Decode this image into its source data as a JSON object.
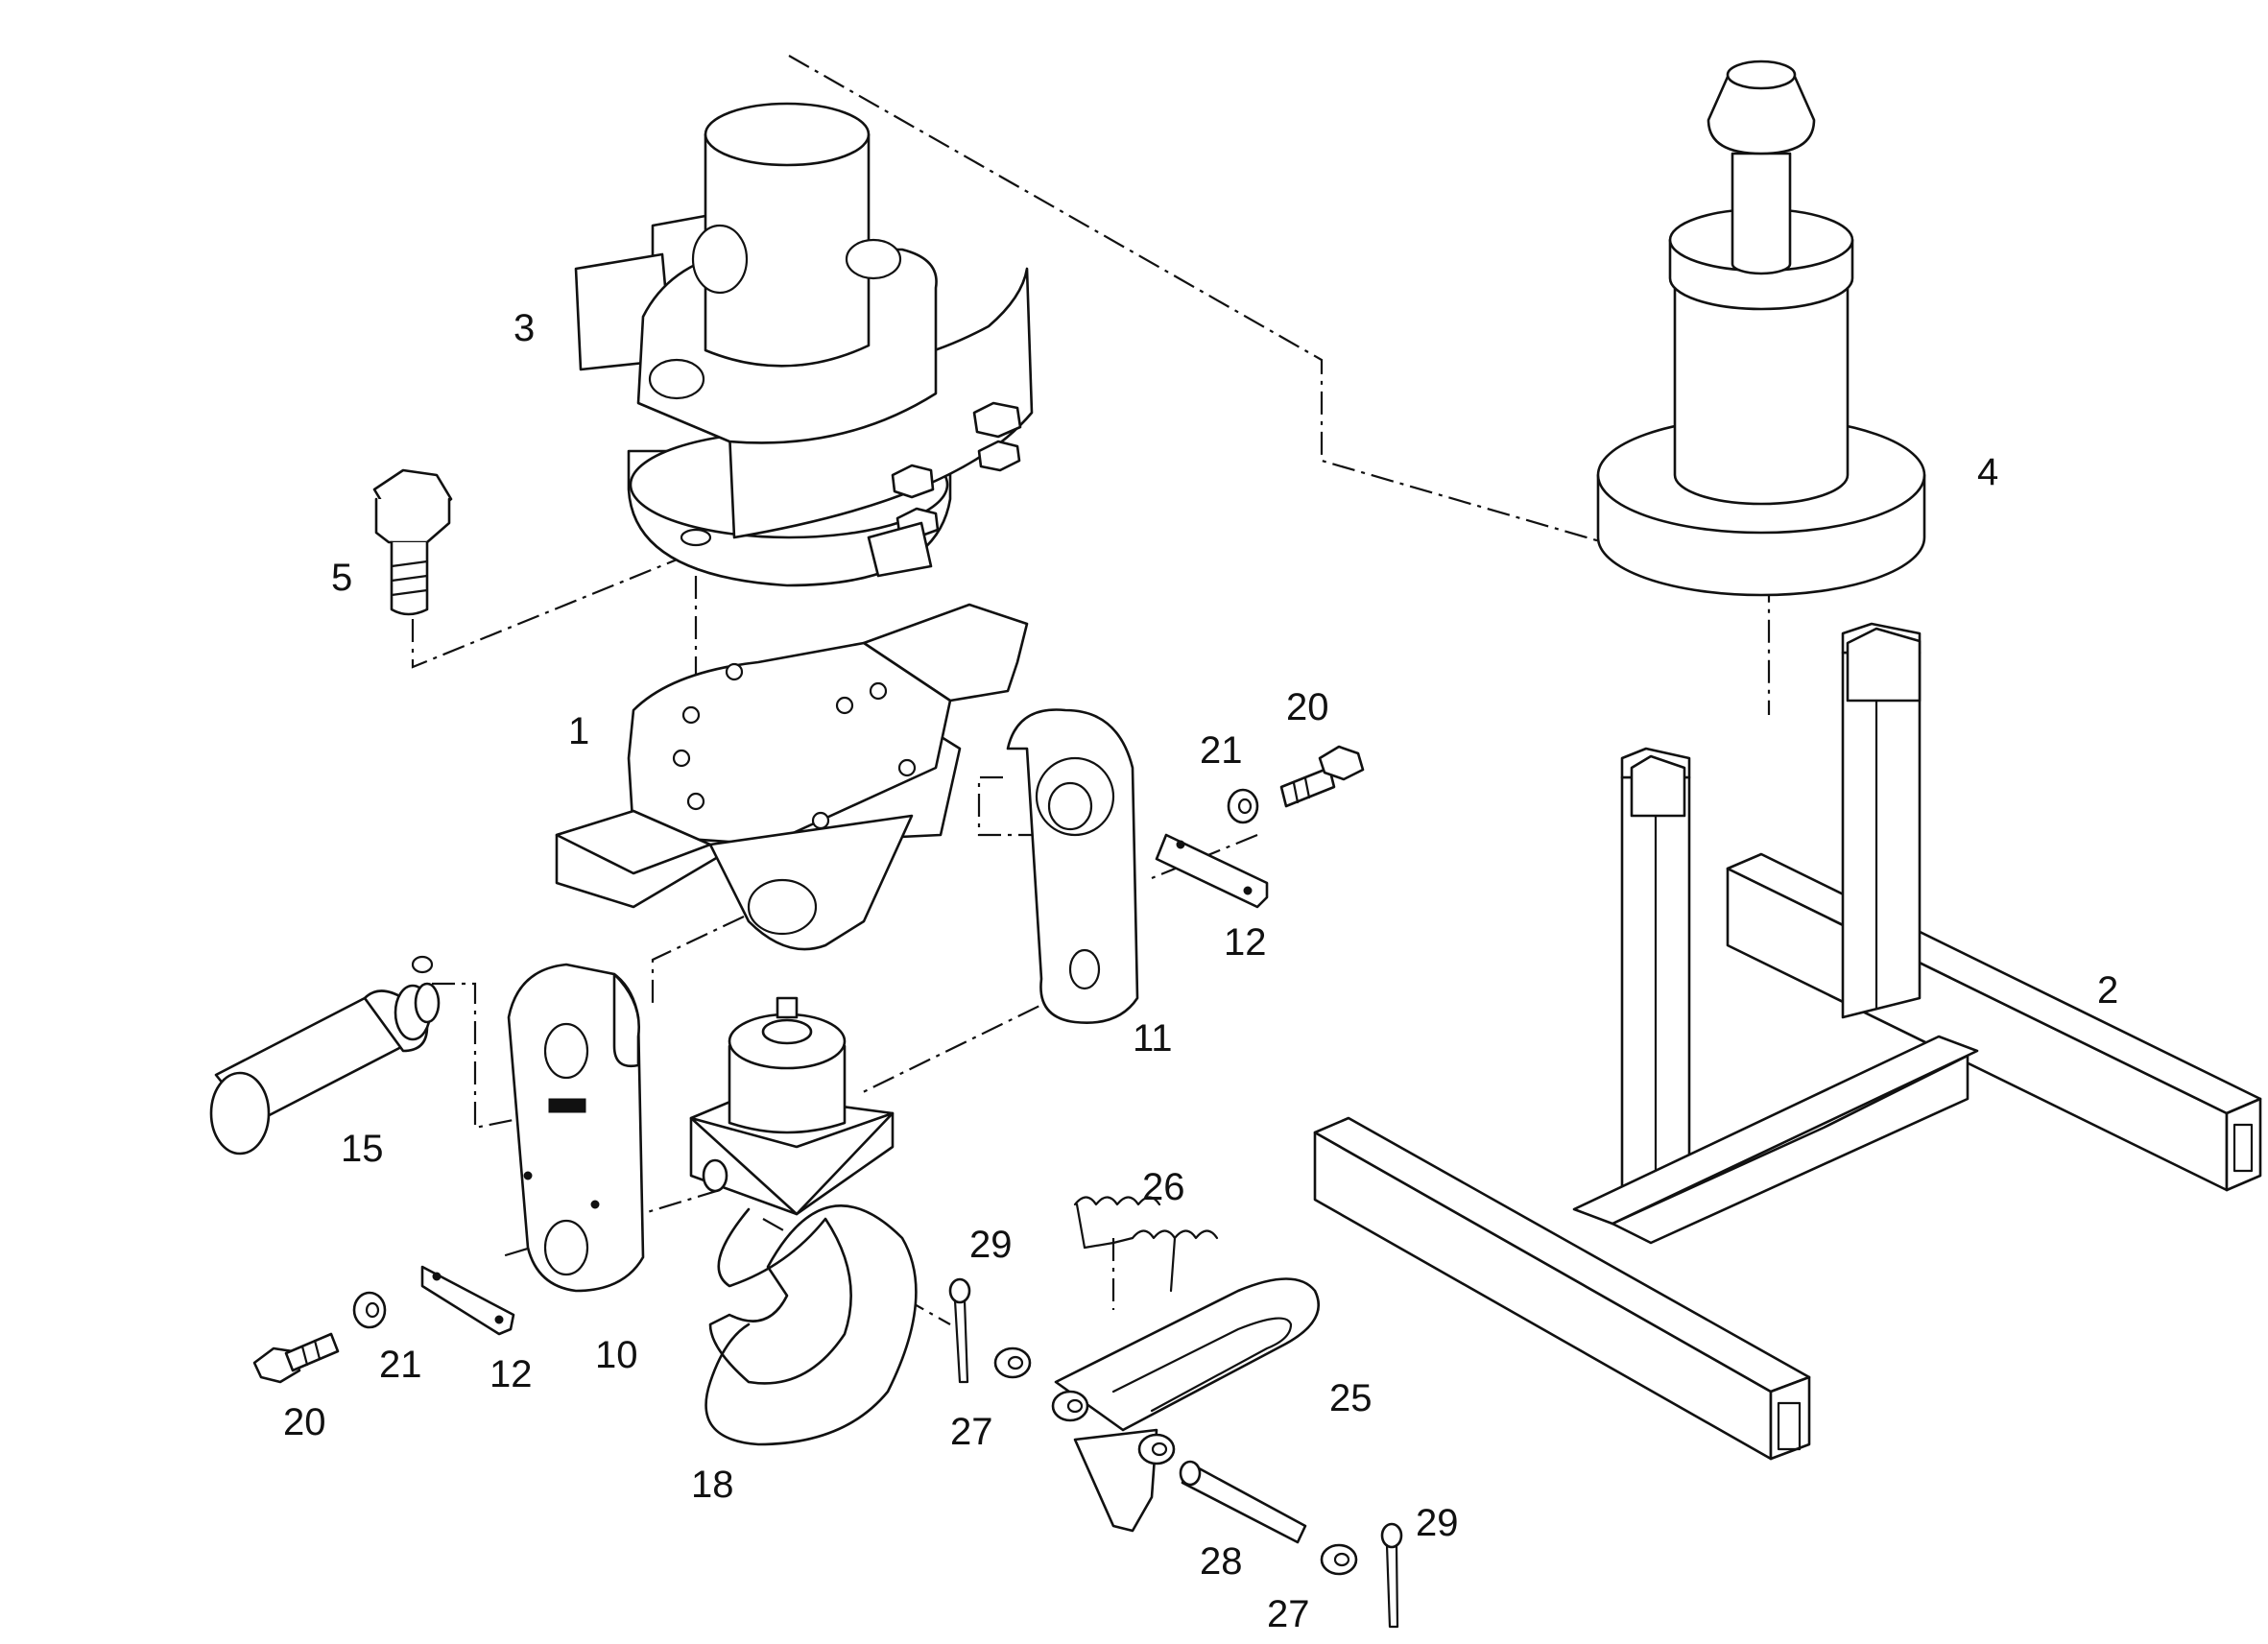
{
  "diagram": {
    "type": "exploded-parts-illustration",
    "palette": {
      "line": "#111111",
      "background": "#ffffff"
    },
    "callouts": {
      "p1": "1",
      "p2": "2",
      "p3": "3",
      "p4": "4",
      "p5": "5",
      "p10": "10",
      "p11": "11",
      "p12a": "12",
      "p12b": "12",
      "p15": "15",
      "p18": "18",
      "p20a": "20",
      "p20b": "20",
      "p21a": "21",
      "p21b": "21",
      "p25": "25",
      "p26": "26",
      "p27a": "27",
      "p27b": "27",
      "p28": "28",
      "p29a": "29",
      "p29b": "29"
    }
  }
}
